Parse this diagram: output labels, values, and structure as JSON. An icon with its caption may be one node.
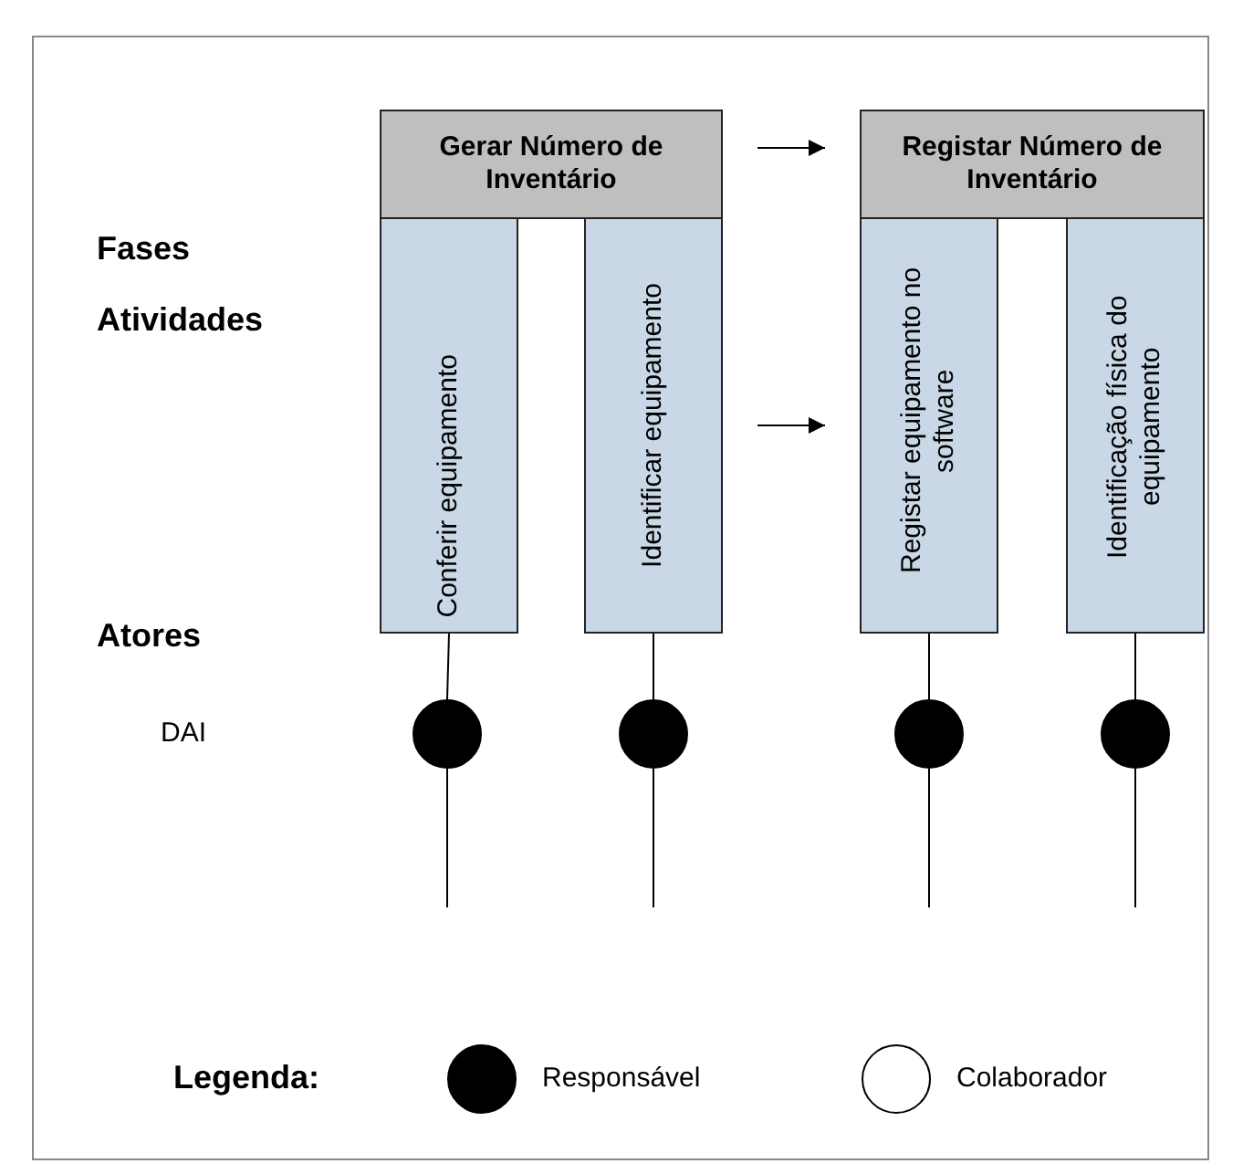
{
  "diagram": {
    "nodes": [
      {
        "text": [
          "Gerar Número de Inventário"
        ]
      },
      {
        "text": [
          "Registar Número de Inventário"
        ]
      },
      {
        "text": [
          "Conferir equipamento"
        ]
      },
      {
        "text": [
          "Identificar equipamento"
        ]
      },
      {
        "text": [
          "Registar equipamento no software"
        ]
      },
      {
        "text": [
          "Identificação física do equipamento"
        ]
      },
      {
        "text": [],
        "shape": "circle"
      },
      {
        "text": [],
        "shape": "circle"
      },
      {
        "text": [],
        "shape": "circle"
      },
      {
        "text": [],
        "shape": "circle"
      }
    ],
    "edges": [
      {
        "from": 0,
        "to": 1,
        "arrow": "to"
      },
      {
        "from": 3,
        "to": 4,
        "arrow": "to"
      },
      {
        "from": 2,
        "to": 6,
        "arrow": "none"
      },
      {
        "from": 3,
        "to": 7,
        "arrow": "none"
      },
      {
        "from": 4,
        "to": 8,
        "arrow": "none"
      },
      {
        "from": 5,
        "to": 9,
        "arrow": "none"
      },
      {
        "from": 6,
        "to": null,
        "arrow": "none"
      },
      {
        "from": 7,
        "to": null,
        "arrow": "none"
      },
      {
        "from": 8,
        "to": null,
        "arrow": "none"
      },
      {
        "from": 9,
        "to": null,
        "arrow": "none"
      }
    ],
    "labels": [
      "Fases",
      "Atividades",
      "Atores",
      "DAI",
      "Legenda:"
    ],
    "legend": [
      {
        "text": "Responsável",
        "color": "#000000"
      },
      {
        "text": "Colaborador",
        "color": "#ffffff"
      }
    ]
  }
}
